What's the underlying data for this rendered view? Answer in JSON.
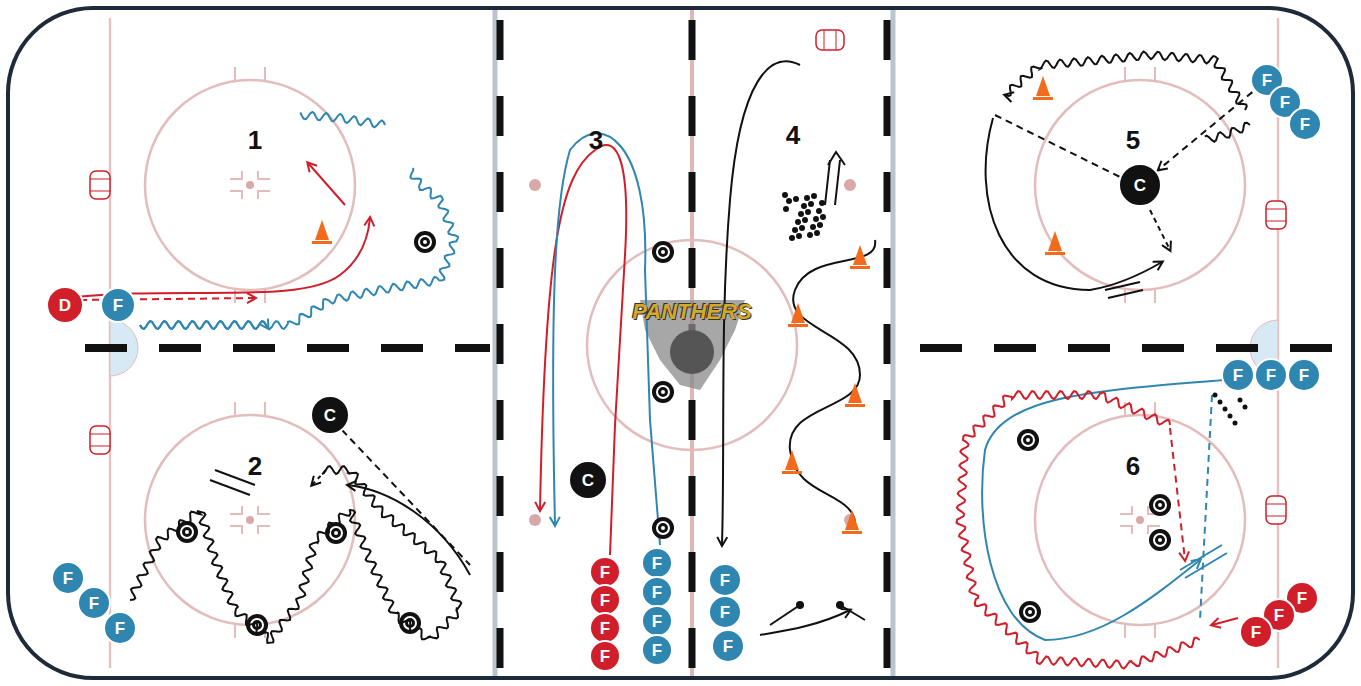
{
  "diagram": {
    "nodes": [
      {
        "text": [
          "D"
        ]
      },
      {
        "text": [
          "F"
        ]
      },
      {
        "text": [
          "C"
        ]
      },
      {
        "text": [
          "F"
        ]
      },
      {
        "text": [
          "F"
        ]
      },
      {
        "text": [
          "F"
        ]
      },
      {
        "text": [
          "C"
        ]
      },
      {
        "text": [
          "F"
        ]
      },
      {
        "text": [
          "F"
        ]
      },
      {
        "text": [
          "F"
        ]
      },
      {
        "text": [
          "F"
        ]
      },
      {
        "text": [
          "F"
        ]
      },
      {
        "text": [
          "F"
        ]
      },
      {
        "text": [
          "F"
        ]
      },
      {
        "text": [
          "F"
        ]
      },
      {
        "text": [
          "F"
        ]
      },
      {
        "text": [
          "F"
        ]
      },
      {
        "text": [
          "F"
        ]
      },
      {
        "text": [
          "C"
        ]
      },
      {
        "text": [
          "F"
        ]
      },
      {
        "text": [
          "F"
        ]
      },
      {
        "text": [
          "F"
        ]
      },
      {
        "text": [
          "F"
        ]
      },
      {
        "text": [
          "F"
        ]
      },
      {
        "text": [
          "F"
        ]
      },
      {
        "text": [
          "F"
        ]
      },
      {
        "text": [
          "F"
        ]
      },
      {
        "text": [
          "F"
        ]
      }
    ],
    "edges": [
      {
        "from": 19,
        "to": 18,
        "arrow": "to"
      }
    ],
    "labels": [
      "1",
      "2",
      "3",
      "4",
      "5",
      "6",
      "PANTHERS"
    ]
  }
}
